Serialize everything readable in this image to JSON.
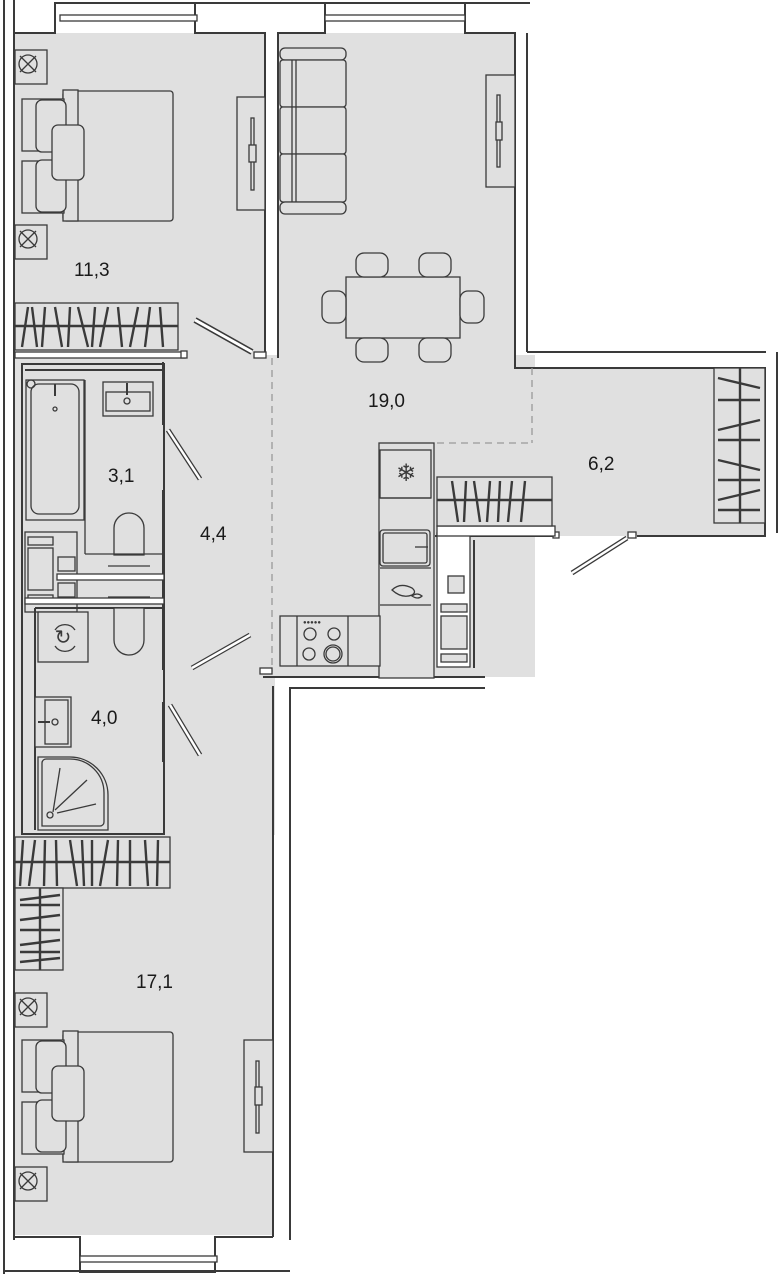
{
  "plan": {
    "colors": {
      "floor": "#e0e0e0",
      "wall": "#3a3a3a",
      "background": "#ffffff",
      "zone_divider": "#9a9a9a"
    },
    "rooms": [
      {
        "id": "bedroom-1",
        "area": "11,3"
      },
      {
        "id": "living-kitchen",
        "area": "19,0"
      },
      {
        "id": "balcony-loggia",
        "area": "6,2"
      },
      {
        "id": "bathroom",
        "area": "3,1"
      },
      {
        "id": "hallway",
        "area": "4,4"
      },
      {
        "id": "shower-room",
        "area": "4,0"
      },
      {
        "id": "bedroom-2",
        "area": "17,1"
      }
    ],
    "icons": [
      "snowflake-icon",
      "washing-machine-icon",
      "faucet-icon",
      "hob-icon"
    ]
  }
}
